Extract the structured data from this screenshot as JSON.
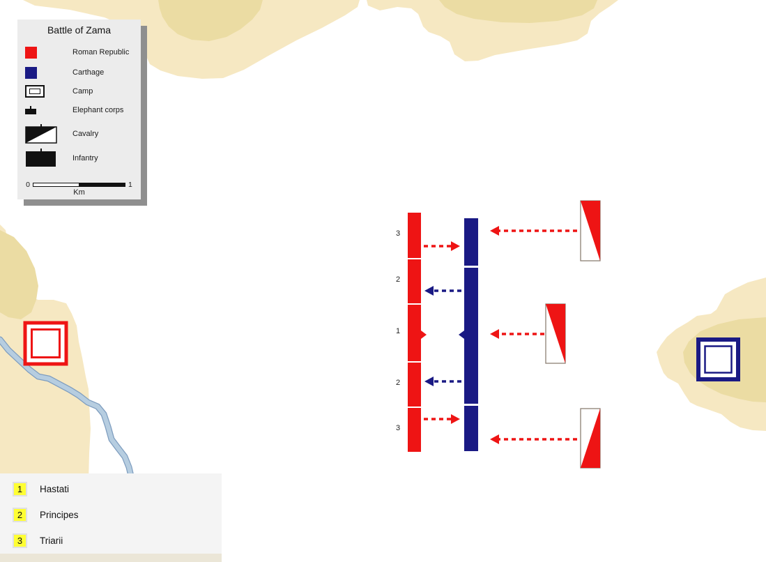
{
  "colors": {
    "roman_red": "#ee1414",
    "carthage_blue": "#1a1a84",
    "terrain": "#f6e8c2",
    "terrain_dark": "#ebdca3",
    "river": "#b6cde0",
    "river_edge": "#7e9dbf",
    "legend_bg": "#ececec",
    "legend_shadow": "#8f8f8f",
    "key_bg": "#f4f4f4",
    "key_strip": "#ebe6d7",
    "highlight_yellow": "#ffff33",
    "cavalry_border": "#8c7f74",
    "text": "#1a1a1a"
  },
  "legend": {
    "title": "Battle of Zama",
    "items": [
      {
        "id": "roman",
        "label": "Roman Republic"
      },
      {
        "id": "carthage",
        "label": "Carthage"
      },
      {
        "id": "camp",
        "label": "Camp"
      },
      {
        "id": "elephant",
        "label": "Elephant corps"
      },
      {
        "id": "cavalry",
        "label": "Cavalry"
      },
      {
        "id": "infantry",
        "label": "Infantry"
      }
    ],
    "scale": {
      "start": "0",
      "end": "1",
      "unit": "Km"
    }
  },
  "unit_key": [
    {
      "number": "1",
      "label": "Hastati"
    },
    {
      "number": "2",
      "label": "Principes"
    },
    {
      "number": "3",
      "label": "Triarii"
    }
  ],
  "battle": {
    "roman_line_labels": [
      "3",
      "2",
      "1",
      "2",
      "3"
    ]
  }
}
